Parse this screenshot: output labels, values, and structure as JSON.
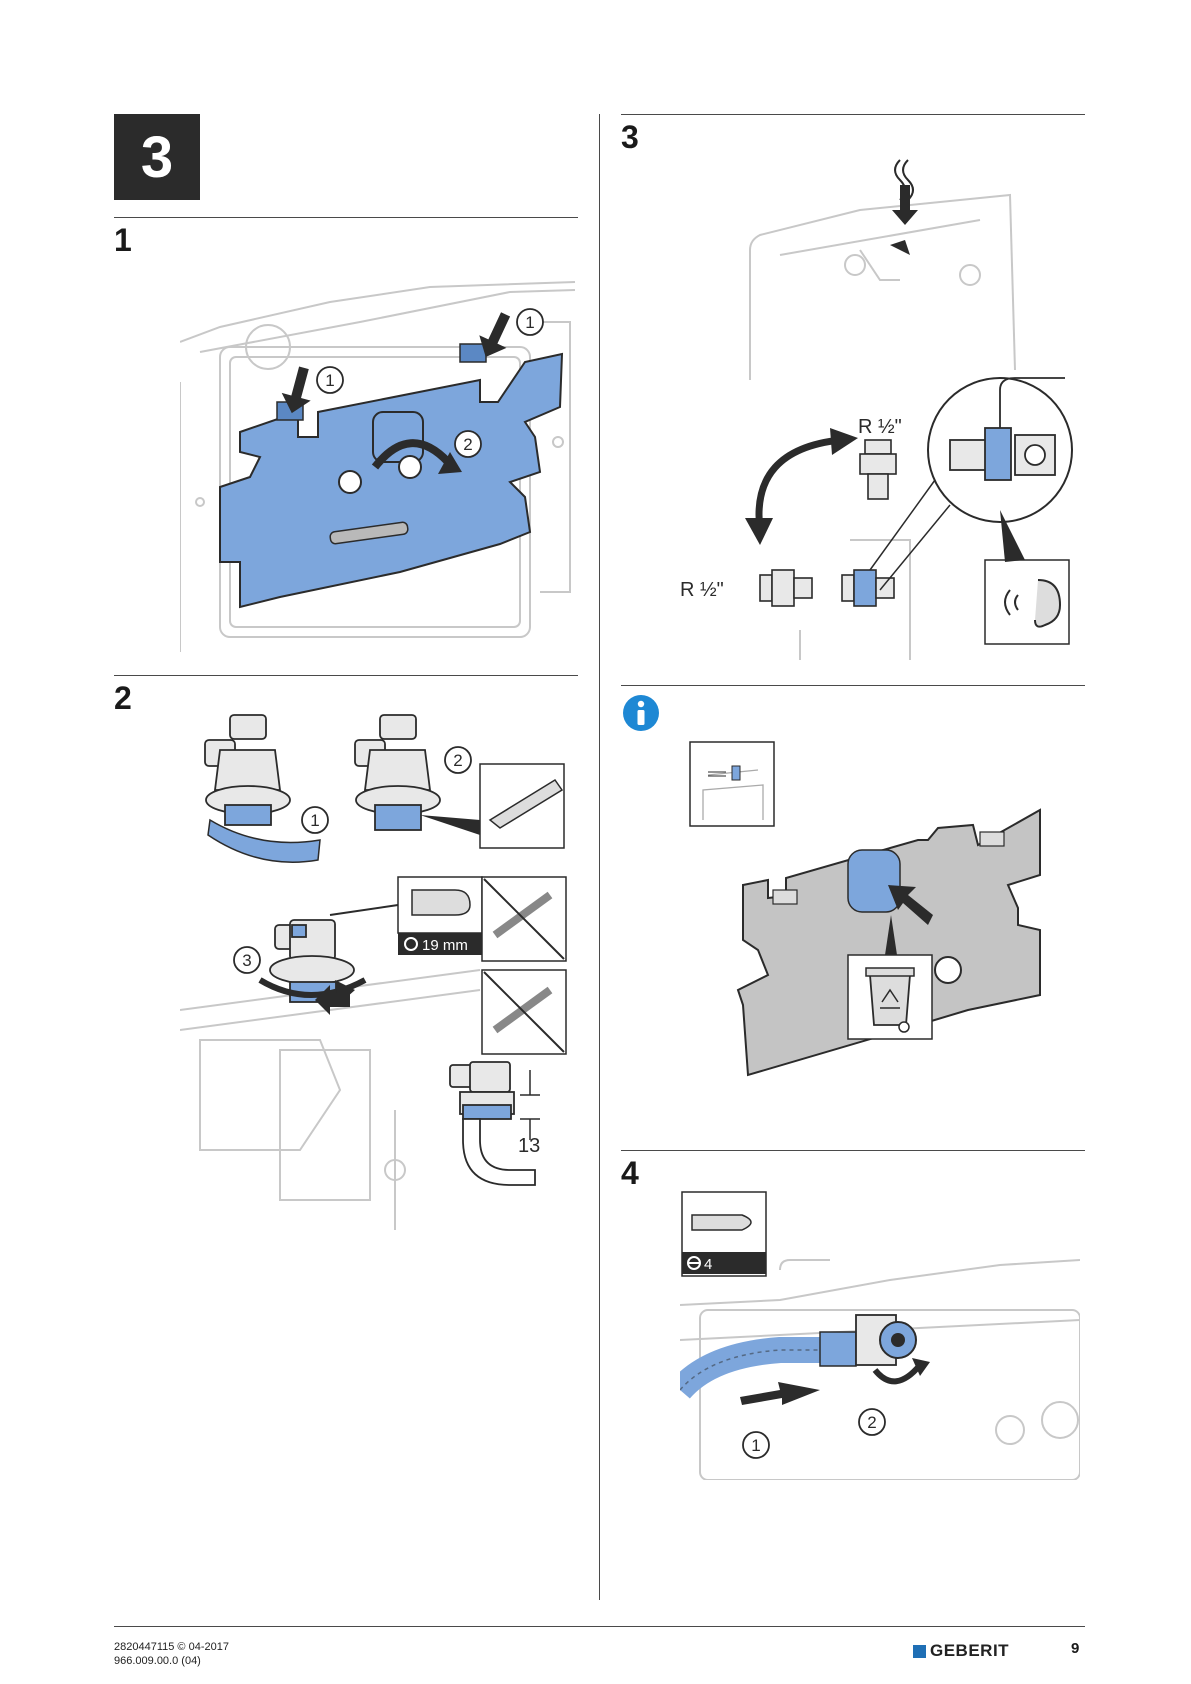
{
  "chapter": {
    "number": "3"
  },
  "left_column": {
    "step1": {
      "number": "1",
      "callouts": [
        "1",
        "1",
        "2"
      ]
    },
    "step2": {
      "number": "2",
      "callouts": [
        "1",
        "2",
        "3"
      ],
      "wrench_size": "19 mm",
      "dimension": "13"
    }
  },
  "right_column": {
    "step3": {
      "number": "3",
      "thread_label_top": "R ½\"",
      "thread_label_left": "R ½\""
    },
    "info": {
      "icon": "info-icon"
    },
    "step4": {
      "number": "4",
      "tool_size": "4",
      "callouts": [
        "1",
        "2"
      ]
    }
  },
  "footer": {
    "doc_number": "2820447115 © 04-2017",
    "article_number": "966.009.00.0 (04)",
    "brand": "GEBERIT",
    "page_number": "9"
  },
  "colors": {
    "accent_blue": "#7da6dc",
    "brand_blue": "#1f6fb5",
    "info_blue": "#1e88d4",
    "chapter_box": "#2b2b2b"
  }
}
